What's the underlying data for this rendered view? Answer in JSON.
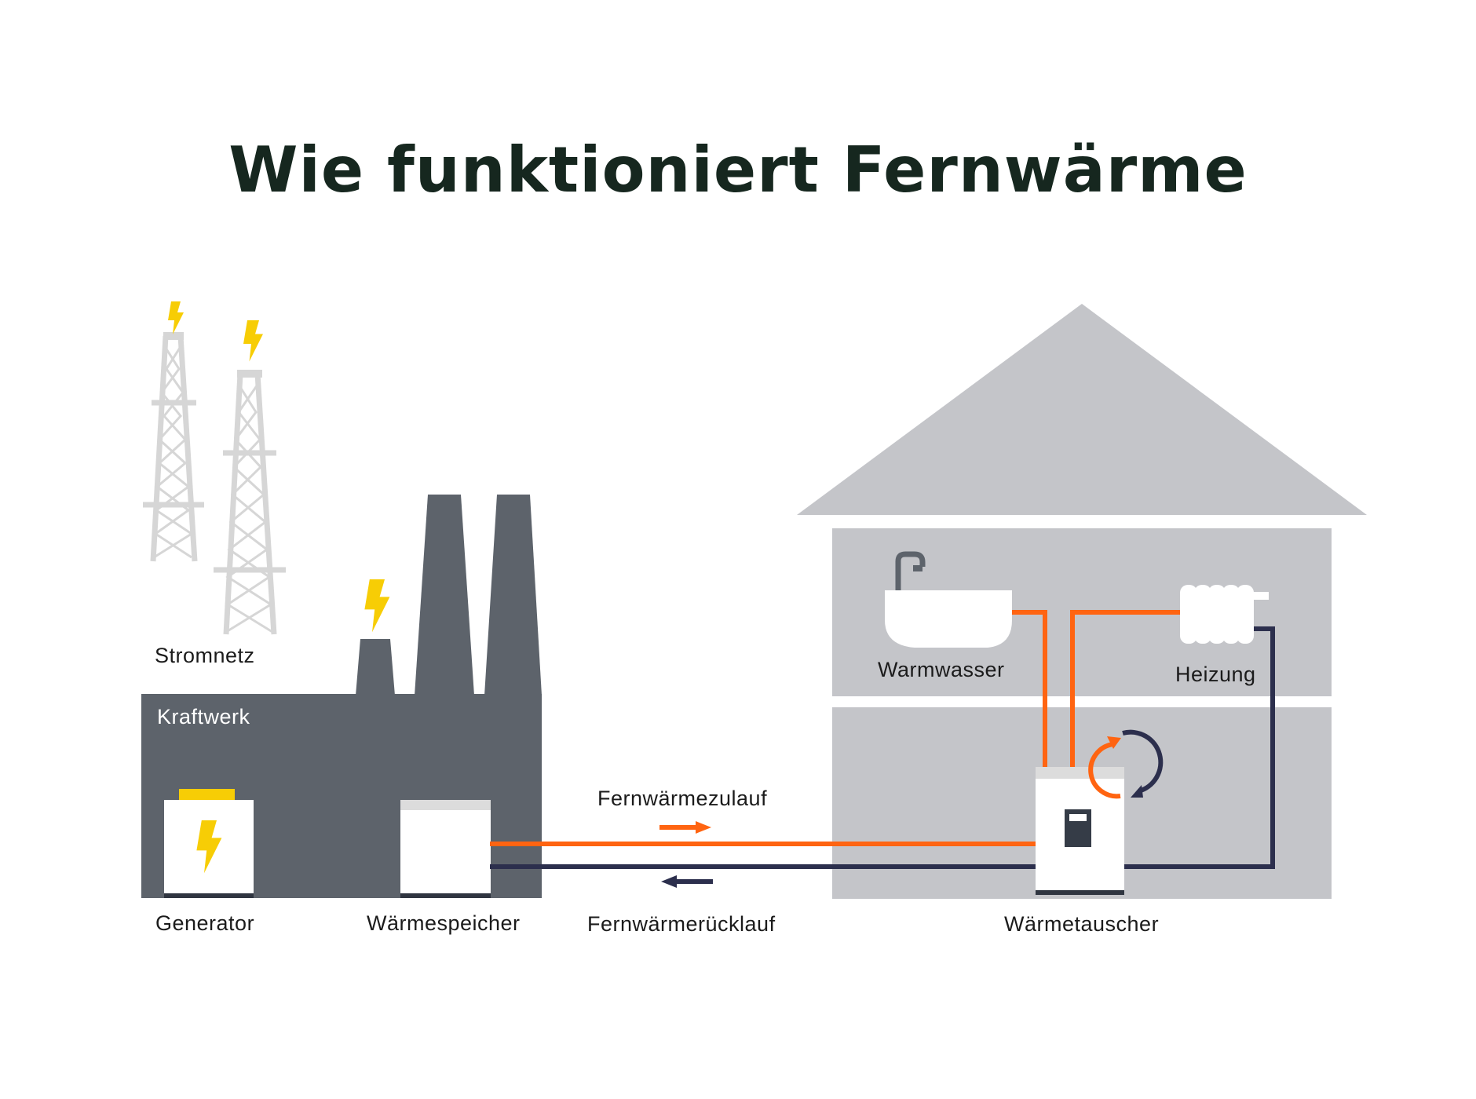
{
  "title": "Wie funktioniert Fernwärme",
  "labels": {
    "stromnetz": "Stromnetz",
    "kraftwerk": "Kraftwerk",
    "generator": "Generator",
    "waermespeicher": "Wärmespeicher",
    "zulauf": "Fernwärmezulauf",
    "ruecklauf": "Fernwärmerücklauf",
    "warmwasser": "Warmwasser",
    "heizung": "Heizung",
    "waermetauscher": "Wärmetauscher"
  },
  "colors": {
    "supply": "#ff6411",
    "return": "#2c2f4d",
    "plant": "#5d636b",
    "house": "#c4c5c9",
    "tower": "#d6d6d6",
    "bolt": "#f7cd05",
    "title": "#16271f"
  },
  "icons": [
    "lightning-icon",
    "power-tower-icon",
    "factory-icon",
    "house-icon",
    "bathtub-icon",
    "radiator-icon",
    "circulation-icon",
    "arrow-right-icon",
    "arrow-left-icon"
  ]
}
